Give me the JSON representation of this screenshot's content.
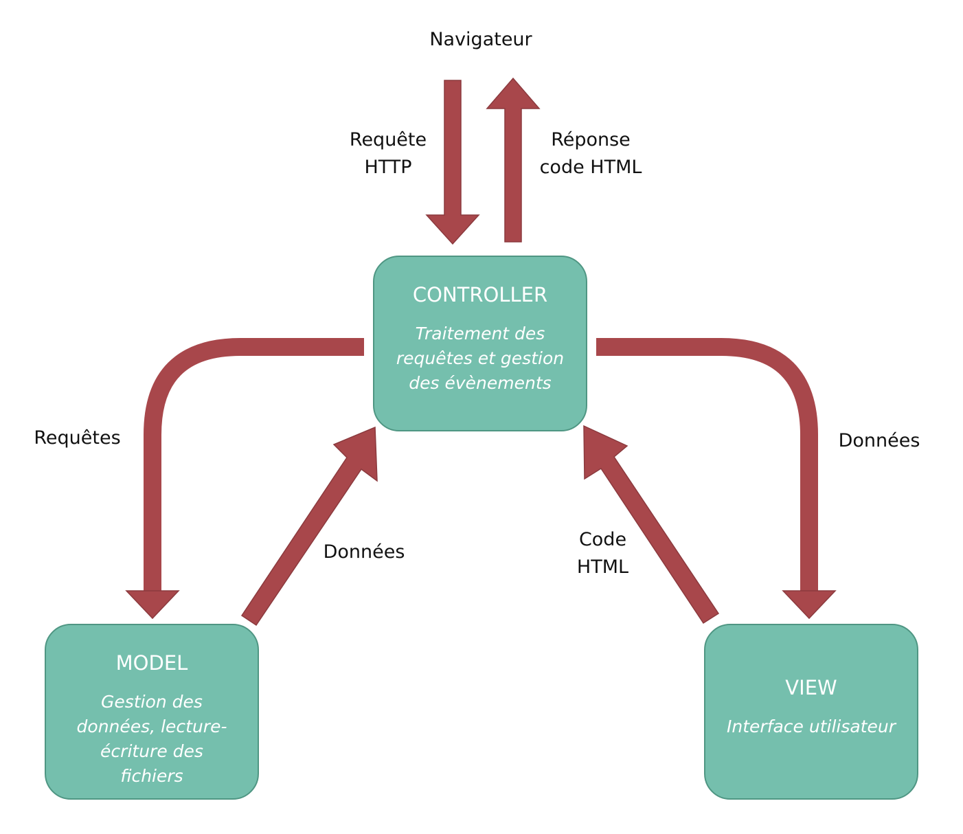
{
  "diagram": {
    "browser_label": "Navigateur",
    "request_http_label": "Requête\nHTTP",
    "response_html_label": "Réponse\ncode HTML",
    "requests_label": "Requêtes",
    "data_model_label": "Données",
    "data_view_label": "Données",
    "code_html_label": "Code\nHTML",
    "controller": {
      "title": "CONTROLLER",
      "description": "Traitement des requêtes et gestion des évènements"
    },
    "model": {
      "title": "MODEL",
      "description": "Gestion des données, lecture-écriture des fichiers"
    },
    "view": {
      "title": "VIEW",
      "description": "Interface utilisateur"
    },
    "colors": {
      "arrow": "#a8474b",
      "box_fill": "#75bfad",
      "box_border": "#4f9683",
      "box_text": "#ffffff"
    }
  }
}
